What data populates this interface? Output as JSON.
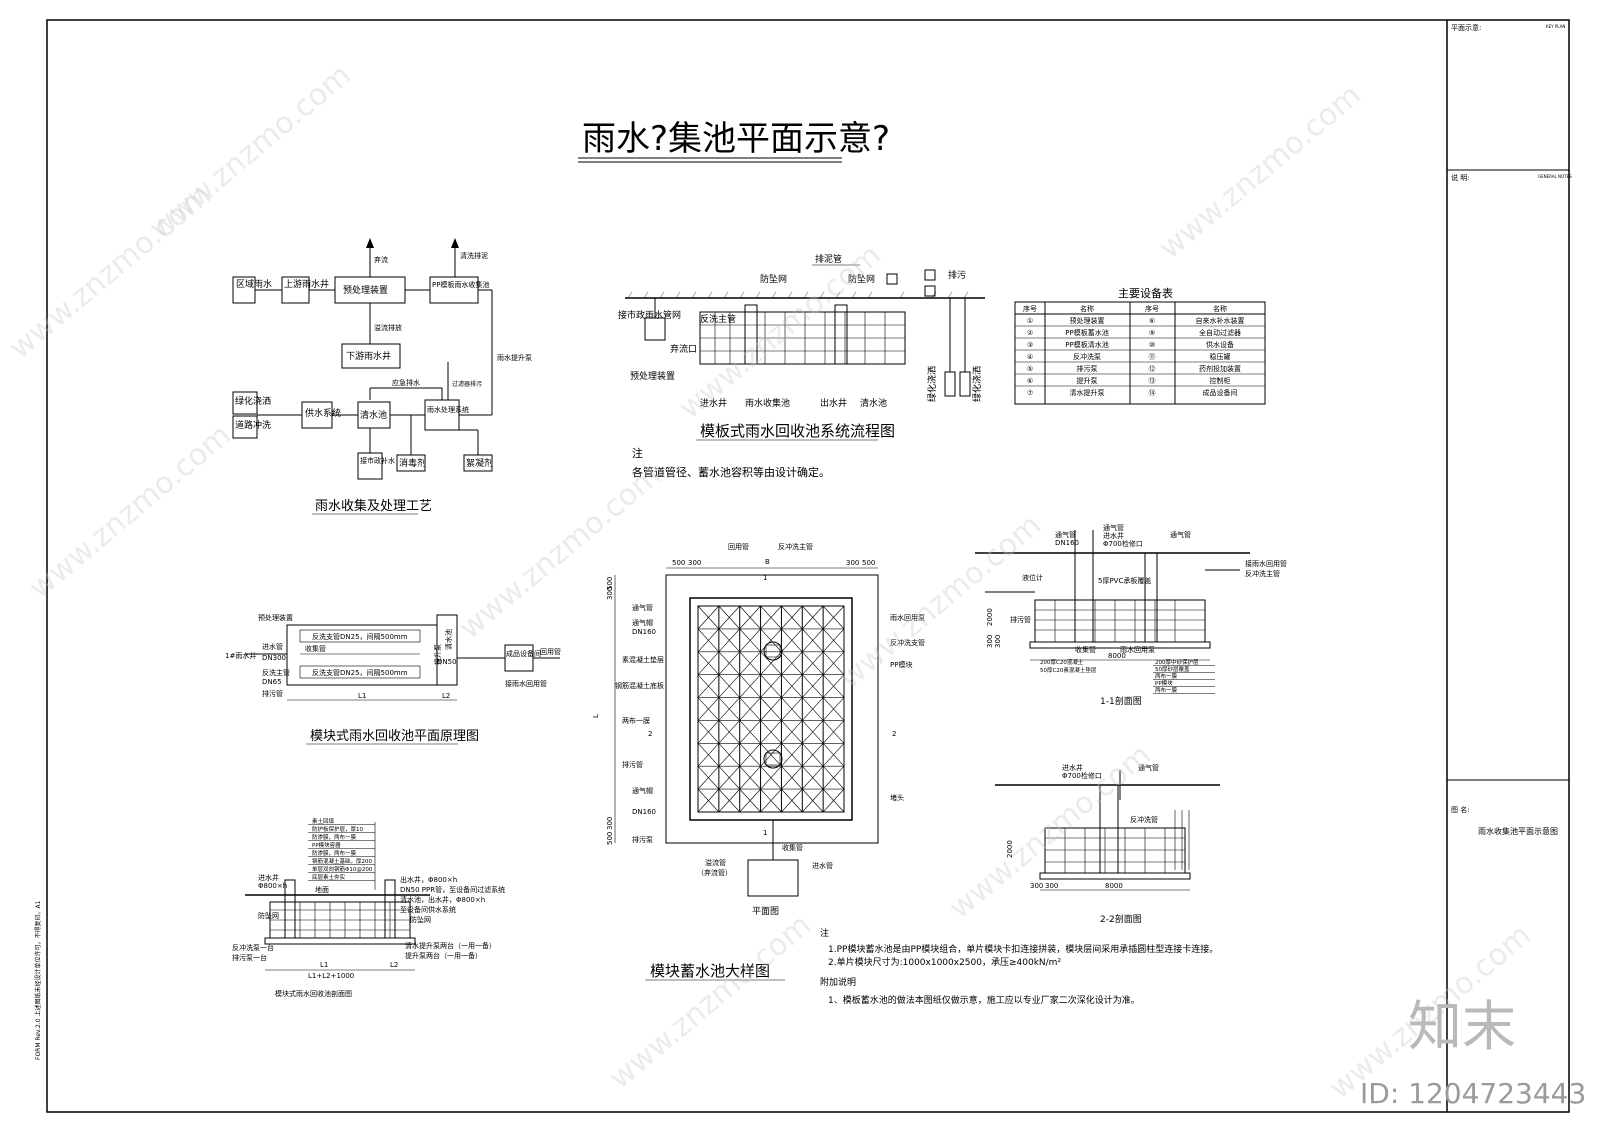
{
  "sheet_title": "雨水?集池平面示意?",
  "title_block": {
    "plan_label": "平面示意:",
    "note_label": "说 明:",
    "drawing_name_label": "图 名:",
    "drawing_name": "雨水收集池平面示意图",
    "corner_small_1": "KEY PLAN",
    "corner_small_2": "GENERAL NOTES",
    "side_text": "FORM Rev.2.0 上述图纸未经设计单位许可，不得复印。A1"
  },
  "process_diagram": {
    "caption": "雨水收集及处理工艺",
    "boxes": [
      "区域雨水",
      "上游雨水井",
      "预处理装置",
      "PP模板雨水收集池",
      "下游雨水井",
      "绿化浇洒",
      "道路冲洗",
      "供水系统",
      "清水池",
      "雨水处理系统",
      "接市政补水",
      "消毒剂",
      "絮凝剂"
    ],
    "labels": [
      "弃流",
      "清洗排泥",
      "溢流排放",
      "应急排水",
      "过滤器排污",
      "雨水提升泵"
    ]
  },
  "flow_chart": {
    "caption": "模板式雨水回收池系统流程图",
    "labels": [
      "排泥管",
      "防坠网",
      "防坠网",
      "排污",
      "接市政雨水管网",
      "反洗主管",
      "弃流口",
      "预处理装置",
      "进水井",
      "雨水收集池",
      "出水井",
      "清水池",
      "绿化浇洒",
      "绿化浇洒"
    ],
    "note_label": "注",
    "note_text": "各管道管径、蓄水池容积等由设计确定。"
  },
  "equipment_table": {
    "title": "主要设备表",
    "headers": [
      "序号",
      "名称",
      "序号",
      "名称"
    ],
    "rows": [
      [
        "①",
        "预处理装置",
        "⑥",
        "自来水补水装置"
      ],
      [
        "②",
        "PP模板蓄水池",
        "⑨",
        "全自动过滤器"
      ],
      [
        "③",
        "PP模板清水池",
        "⑩",
        "供水设备"
      ],
      [
        "④",
        "反冲洗泵",
        "⑪",
        "稳压罐"
      ],
      [
        "⑤",
        "排污泵",
        "⑫",
        "药剂投加装置"
      ],
      [
        "⑥",
        "提升泵",
        "⑬",
        "控制柜"
      ],
      [
        "⑦",
        "清水提升泵",
        "⑭",
        "成品设备间"
      ]
    ]
  },
  "module_plan": {
    "caption": "模块式雨水回收池平面原理图",
    "labels": [
      "预处理装置",
      "反洗支管DN25，间隔500mm",
      "收集管",
      "反洗支管DN25，间隔500mm",
      "进水管",
      "DN300",
      "1#雨水井",
      "反洗主管",
      "DN65",
      "排污管",
      "清水池",
      "提升泵",
      "DN50",
      "成品设备间",
      "回用管",
      "接雨水回用管",
      "L1",
      "L2"
    ]
  },
  "module_section": {
    "caption": "模块式雨水回收池剖面图",
    "labels": [
      "进水井",
      "Φ800×h",
      "地面",
      "防坠网",
      "反冲洗泵一台",
      "排污泵一台",
      "出水井，Φ800×h",
      "DN50 PPR管，至设备间过滤系统",
      "清水池，出水井，Φ800×h",
      "至设备间供水系统",
      "防坠网",
      "清水提升泵两台（一用一备）",
      "提升泵两台（一用一备）",
      "L1",
      "L2",
      "L1+L2+1000"
    ],
    "layers": [
      "素土回填",
      "防护板保护层，厚10",
      "防渗膜，两布一膜",
      "PP模块容器",
      "防渗膜，两布一膜",
      "钢筋混凝土基础，厚200",
      "单层双向钢筋Φ10@200",
      "底层素土夯实"
    ]
  },
  "tank_plan": {
    "caption": "平面图",
    "big_caption": "模块蓄水池大样图",
    "labels": [
      "回用管",
      "反冲洗主管",
      "通气管",
      "通气帽",
      "DN160",
      "雨水回用泵",
      "反冲洗支管",
      "素混凝土垫层",
      "PP模块",
      "钢筋混凝土底板",
      "两布一膜",
      "排污管",
      "通气帽",
      "DN160",
      "堵头",
      "排污泵",
      "收集管",
      "溢流管",
      "（弃流管）",
      "进水管"
    ],
    "dims": [
      "500",
      "300",
      "300",
      "500",
      "300",
      "500",
      "300",
      "500",
      "L",
      "B",
      "1",
      "1",
      "2",
      "2"
    ]
  },
  "section_1": {
    "caption": "1-1剖面图",
    "labels": [
      "通气管",
      "进水井",
      "Φ700检修口",
      "通气管",
      "DN160",
      "通气管",
      "接雨水回用管",
      "反冲洗主管",
      "液位计",
      "5厚PVC承板覆盖",
      "排污管",
      "收集管",
      "雨水回用泵",
      "8000",
      "2000",
      "300",
      "300"
    ],
    "layers": [
      "200厚C20混凝土",
      "50厚C20素混凝土垫层",
      "200厚中砂保护层",
      "50厚砂层覆盖",
      "两布一膜",
      "PP模块",
      "两布一膜"
    ]
  },
  "section_2": {
    "caption": "2-2剖面图",
    "labels": [
      "进水井",
      "Φ700检修口",
      "通气管",
      "反冲洗管",
      "8000",
      "2000",
      "300",
      "300"
    ]
  },
  "notes": {
    "label": "注",
    "lines": [
      "1.PP模块蓄水池是由PP模块组合，单片模块卡扣连接拼装，模块层间采用承插圆柱型连接卡连接。",
      "2.单片模块尺寸为:1000x1000x2500，承压≥400kN/m²"
    ],
    "extra_label": "附加说明",
    "extra_lines": [
      "1、模板蓄水池的做法本图纸仅做示意，施工应以专业厂家二次深化设计为准。"
    ]
  },
  "watermark": {
    "text": "www.znzmo.com",
    "logo": "知末",
    "id": "ID: 1204723443"
  }
}
